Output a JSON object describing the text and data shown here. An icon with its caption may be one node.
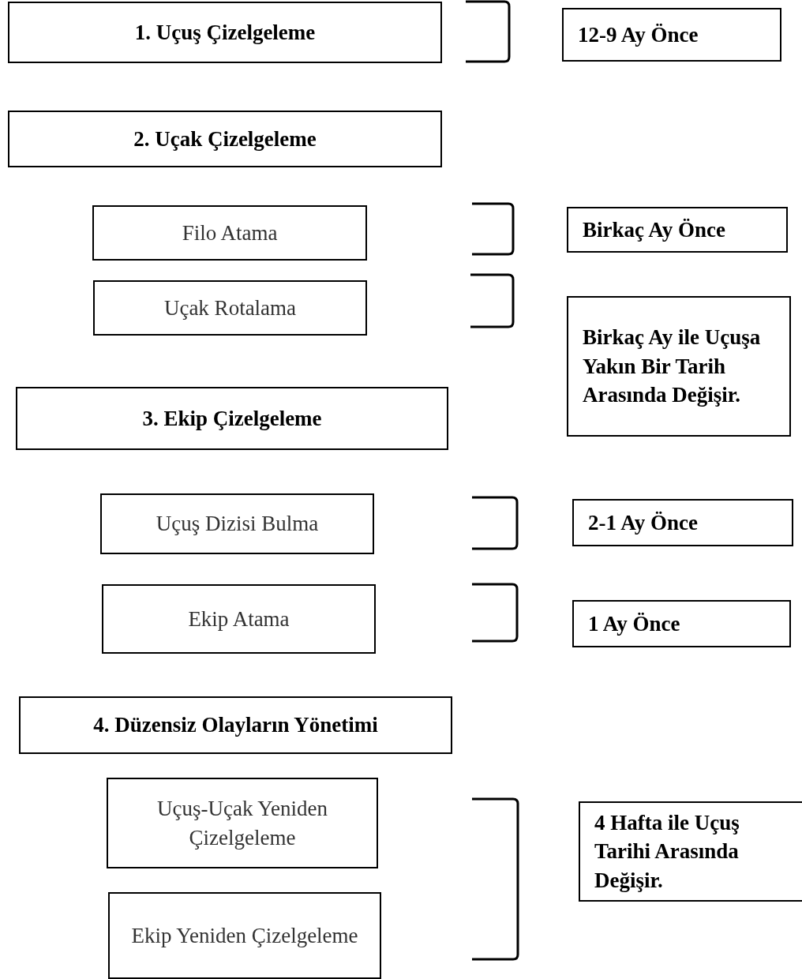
{
  "diagram": {
    "nodes": [
      {
        "text": [
          "1. Uçuş Çizelgeleme"
        ]
      },
      {
        "text": [
          "12-9 Ay Önce"
        ]
      },
      {
        "text": [
          "2. Uçak Çizelgeleme"
        ]
      },
      {
        "text": [
          "Filo Atama"
        ]
      },
      {
        "text": [
          "Birkaç Ay Önce"
        ]
      },
      {
        "text": [
          "Uçak Rotalama"
        ]
      },
      {
        "text": [
          "Birkaç Ay ile Uçuşa Yakın Bir Tarih Arasında Değişir."
        ]
      },
      {
        "text": [
          "3. Ekip Çizelgeleme"
        ]
      },
      {
        "text": [
          "Uçuş Dizisi Bulma"
        ]
      },
      {
        "text": [
          "2-1 Ay Önce"
        ]
      },
      {
        "text": [
          "Ekip Atama"
        ]
      },
      {
        "text": [
          "1 Ay Önce"
        ]
      },
      {
        "text": [
          "4. Düzensiz Olayların Yönetimi"
        ]
      },
      {
        "text": [
          "Uçuş-Uçak Yeniden Çizelgeleme"
        ]
      },
      {
        "text": [
          "4 Hafta ile Uçuş Tarihi Arasında Değişir."
        ]
      },
      {
        "text": [
          "Ekip Yeniden Çizelgeleme"
        ]
      }
    ],
    "edges": []
  }
}
